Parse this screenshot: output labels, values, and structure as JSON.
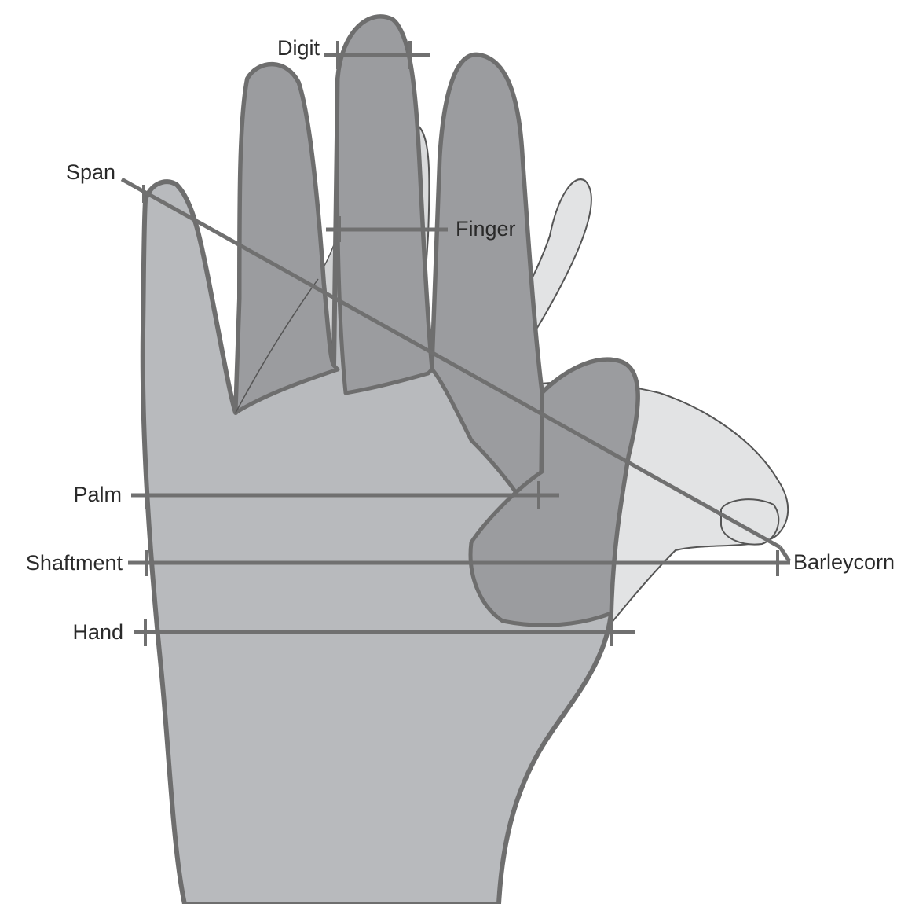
{
  "colors": {
    "palm": "#b8babd",
    "finger_dark": "#9b9c9f",
    "ghost_hand": "#e2e3e4",
    "outline": "#6e6e6e",
    "measure_line": "#707070",
    "label_text": "#2a2a2a"
  },
  "labels": {
    "digit": "Digit",
    "span": "Span",
    "finger": "Finger",
    "palm": "Palm",
    "shaftment": "Shaftment",
    "hand": "Hand",
    "barleycorn": "Barleycorn"
  }
}
